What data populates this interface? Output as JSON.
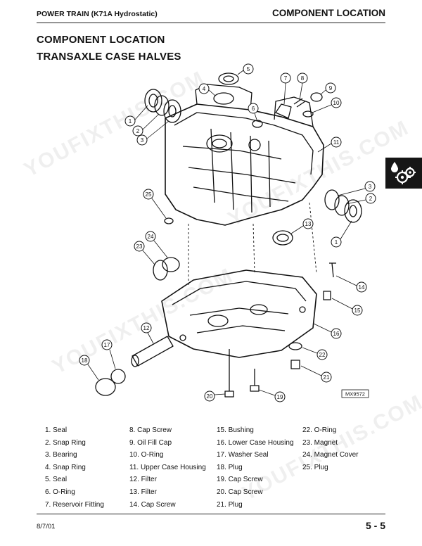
{
  "header": {
    "left": "POWER TRAIN (K71A Hydrostatic)",
    "right": "COMPONENT LOCATION"
  },
  "section_title": "COMPONENT LOCATION",
  "subsection_title": "TRANSAXLE CASE HALVES",
  "side_tab_icon": "hydraulic-gears-icon",
  "figure_id": "MX9572",
  "callouts": [
    "1",
    "2",
    "3",
    "4",
    "5",
    "6",
    "7",
    "8",
    "9",
    "10",
    "11",
    "1",
    "2",
    "3",
    "13",
    "25",
    "24",
    "23",
    "14",
    "15",
    "12",
    "16",
    "17",
    "18",
    "22",
    "21",
    "20",
    "19"
  ],
  "legend": {
    "col1": [
      "1. Seal",
      "2. Snap Ring",
      "3. Bearing",
      "4. Snap Ring",
      "5. Seal",
      "6. O-Ring",
      "7. Reservoir Fitting"
    ],
    "col2": [
      "8. Cap Screw",
      "9. Oil Fill Cap",
      "10. O-Ring",
      "11. Upper Case Housing",
      "12. Filter",
      "13. Filter",
      "14. Cap Screw"
    ],
    "col3": [
      "15. Bushing",
      "16. Lower Case Housing",
      "17. Washer Seal",
      "18. Plug",
      "19. Cap Screw",
      "20. Cap Screw",
      "21. Plug"
    ],
    "col4": [
      "22. O-Ring",
      "23. Magnet",
      "24. Magnet Cover",
      "25. Plug"
    ]
  },
  "footer": {
    "date": "8/7/01",
    "page": "5 - 5"
  },
  "watermark": "YOUFIXTHIS.COM"
}
